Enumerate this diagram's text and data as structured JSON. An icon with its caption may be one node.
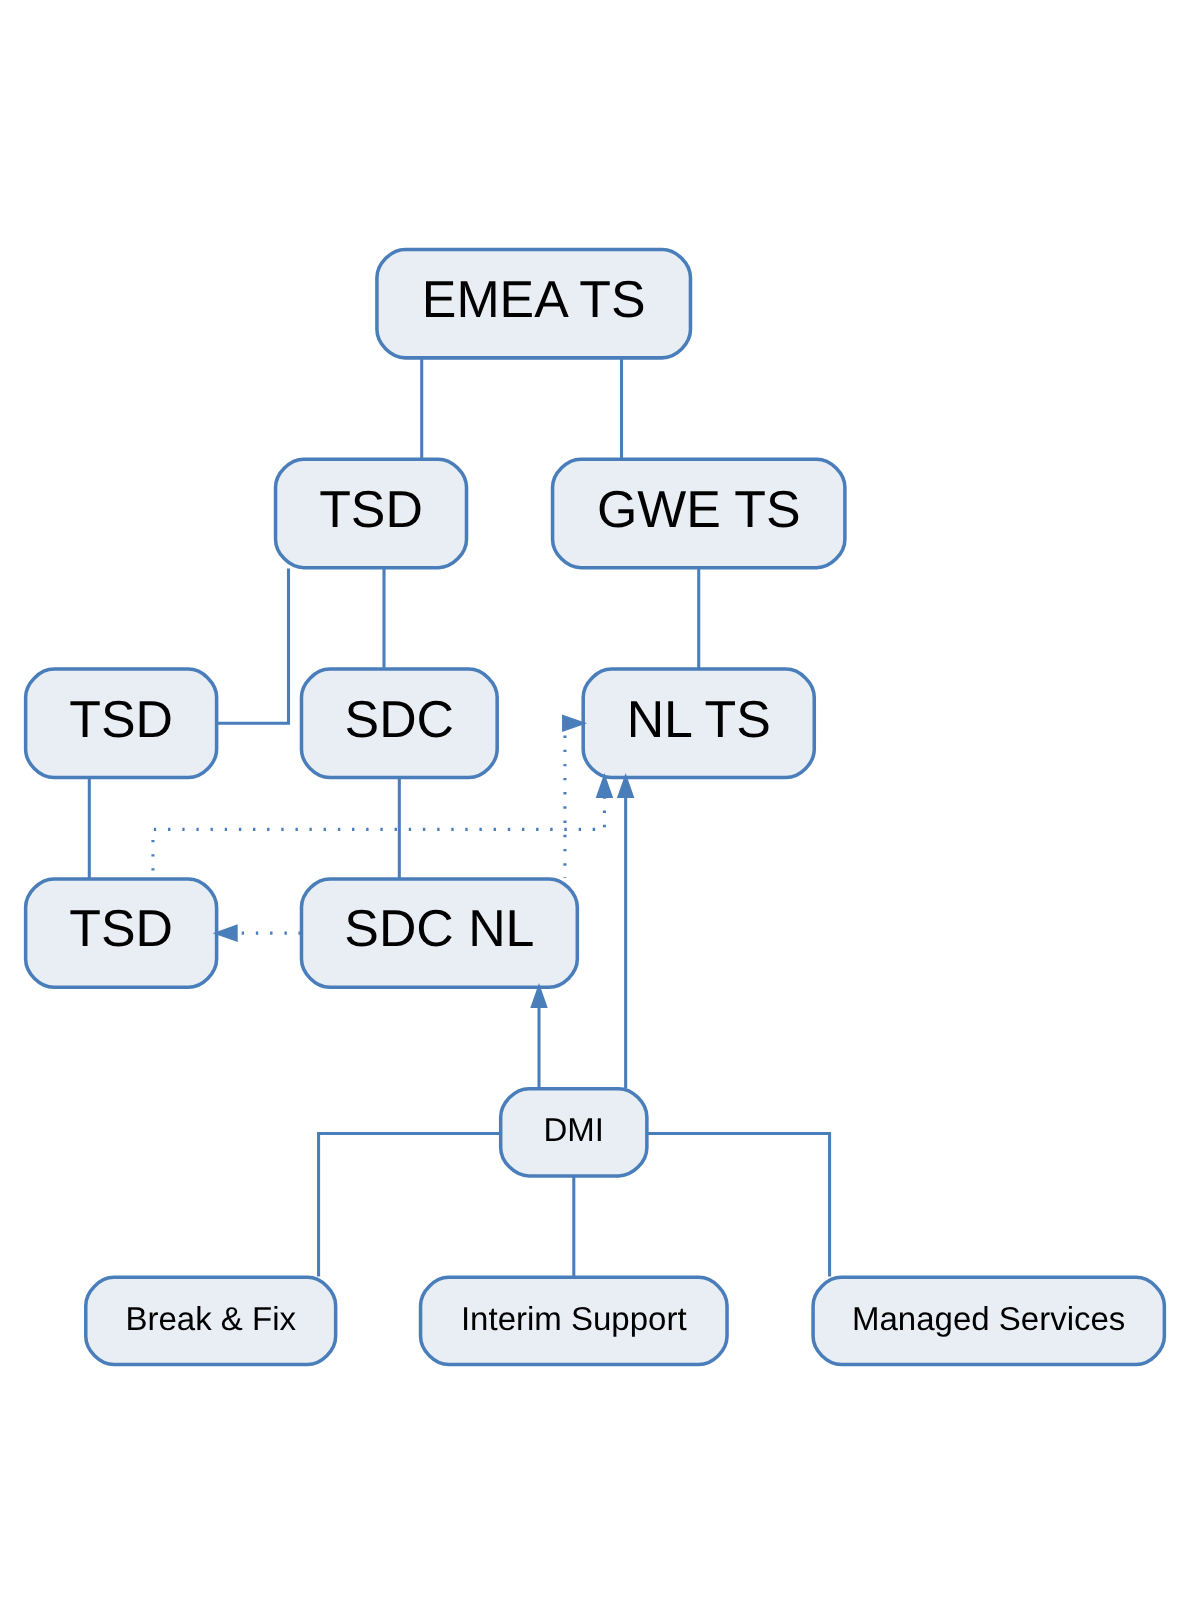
{
  "diagram": {
    "nodes": [
      {
        "text": [
          "EMEA TS"
        ]
      },
      {
        "text": [
          "TSD"
        ]
      },
      {
        "text": [
          "GWE TS"
        ]
      },
      {
        "text": [
          "TSD"
        ]
      },
      {
        "text": [
          "SDC"
        ]
      },
      {
        "text": [
          "NL TS"
        ]
      },
      {
        "text": [
          "TSD"
        ]
      },
      {
        "text": [
          "SDC NL"
        ]
      },
      {
        "text": [
          "DMI"
        ]
      },
      {
        "text": [
          "Break & Fix"
        ]
      },
      {
        "text": [
          "Interim Support"
        ]
      },
      {
        "text": [
          "Managed Services"
        ]
      }
    ],
    "edges": [
      {
        "from": 0,
        "to": 1,
        "arrow": "none"
      },
      {
        "from": 0,
        "to": 2,
        "arrow": "none"
      },
      {
        "from": 2,
        "to": 5,
        "arrow": "none"
      },
      {
        "from": 1,
        "to": 3,
        "arrow": "none"
      },
      {
        "from": 1,
        "to": 4,
        "arrow": "none"
      },
      {
        "from": 3,
        "to": 6,
        "arrow": "none"
      },
      {
        "from": 4,
        "to": 7,
        "arrow": "none"
      },
      {
        "from": 6,
        "to": 5,
        "arrow": "to",
        "style": "dashed"
      },
      {
        "from": 7,
        "to": 5,
        "arrow": "to",
        "style": "dashed"
      },
      {
        "from": 7,
        "to": 6,
        "arrow": "to",
        "style": "dashed"
      },
      {
        "from": 8,
        "to": 5,
        "arrow": "to"
      },
      {
        "from": 8,
        "to": 7,
        "arrow": "to"
      },
      {
        "from": 8,
        "to": 9,
        "arrow": "none"
      },
      {
        "from": 8,
        "to": 10,
        "arrow": "none"
      },
      {
        "from": 8,
        "to": 11,
        "arrow": "none"
      }
    ]
  }
}
